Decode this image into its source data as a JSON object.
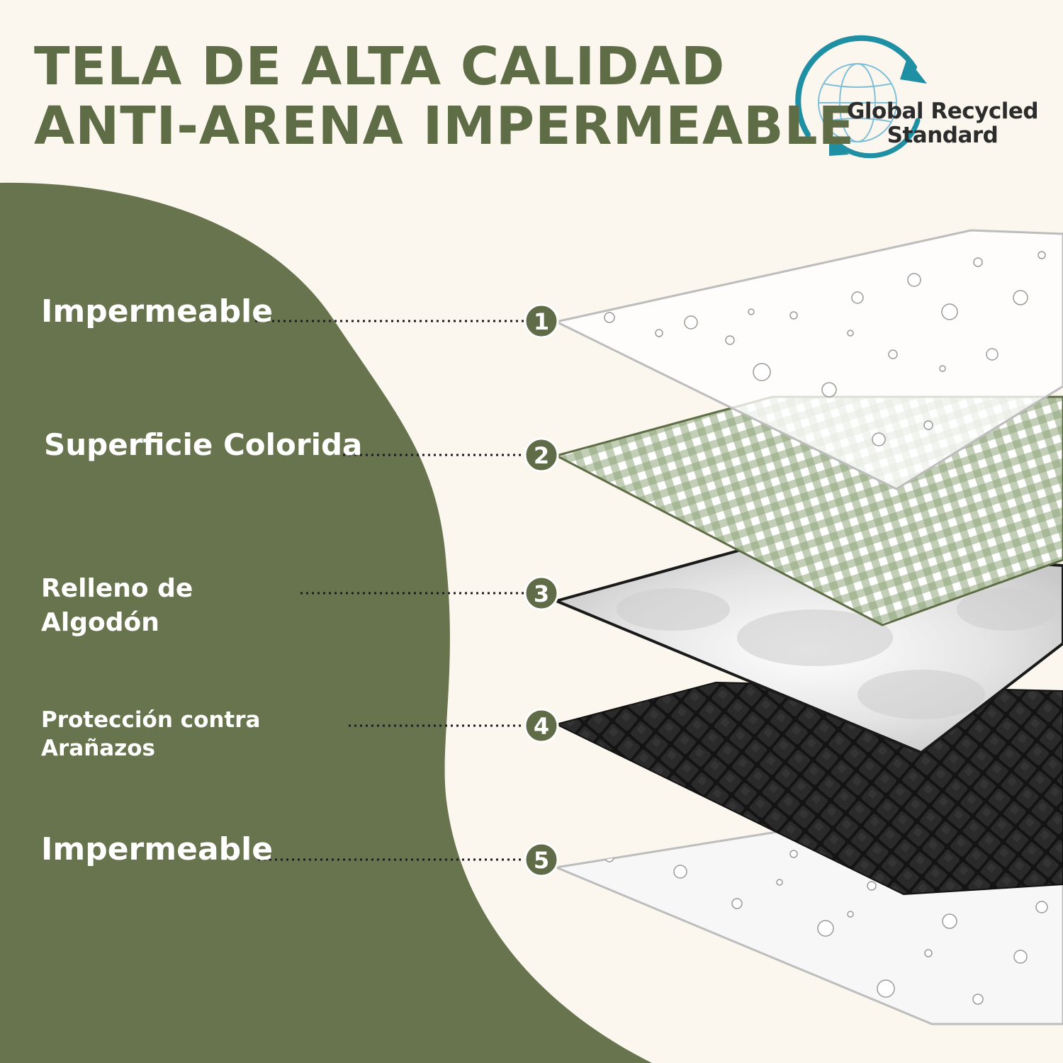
{
  "headline": {
    "line1": "TELA DE ALTA CALIDAD",
    "line2": "ANTI-ARENA IMPERMEABLE"
  },
  "badge": {
    "line1": "Global Recycled",
    "line2": "Standard",
    "icon": "recycled-globe-icon"
  },
  "layers": [
    {
      "number": "1",
      "label_lines": [
        "Impermeable"
      ]
    },
    {
      "number": "2",
      "label_lines": [
        "Superficie Colorida"
      ]
    },
    {
      "number": "3",
      "label_lines": [
        "Relleno de",
        "Algodón"
      ]
    },
    {
      "number": "4",
      "label_lines": [
        "Protección contra",
        "Arañazos"
      ]
    },
    {
      "number": "5",
      "label_lines": [
        "Impermeable"
      ]
    }
  ],
  "colors": {
    "background": "#fbf6ee",
    "brand_green": "#68744e",
    "headline": "#5e6d45",
    "plaid": "#8fa67a",
    "badge_teal": "#1f8fa3",
    "badge_blue": "#7fc0d8"
  }
}
